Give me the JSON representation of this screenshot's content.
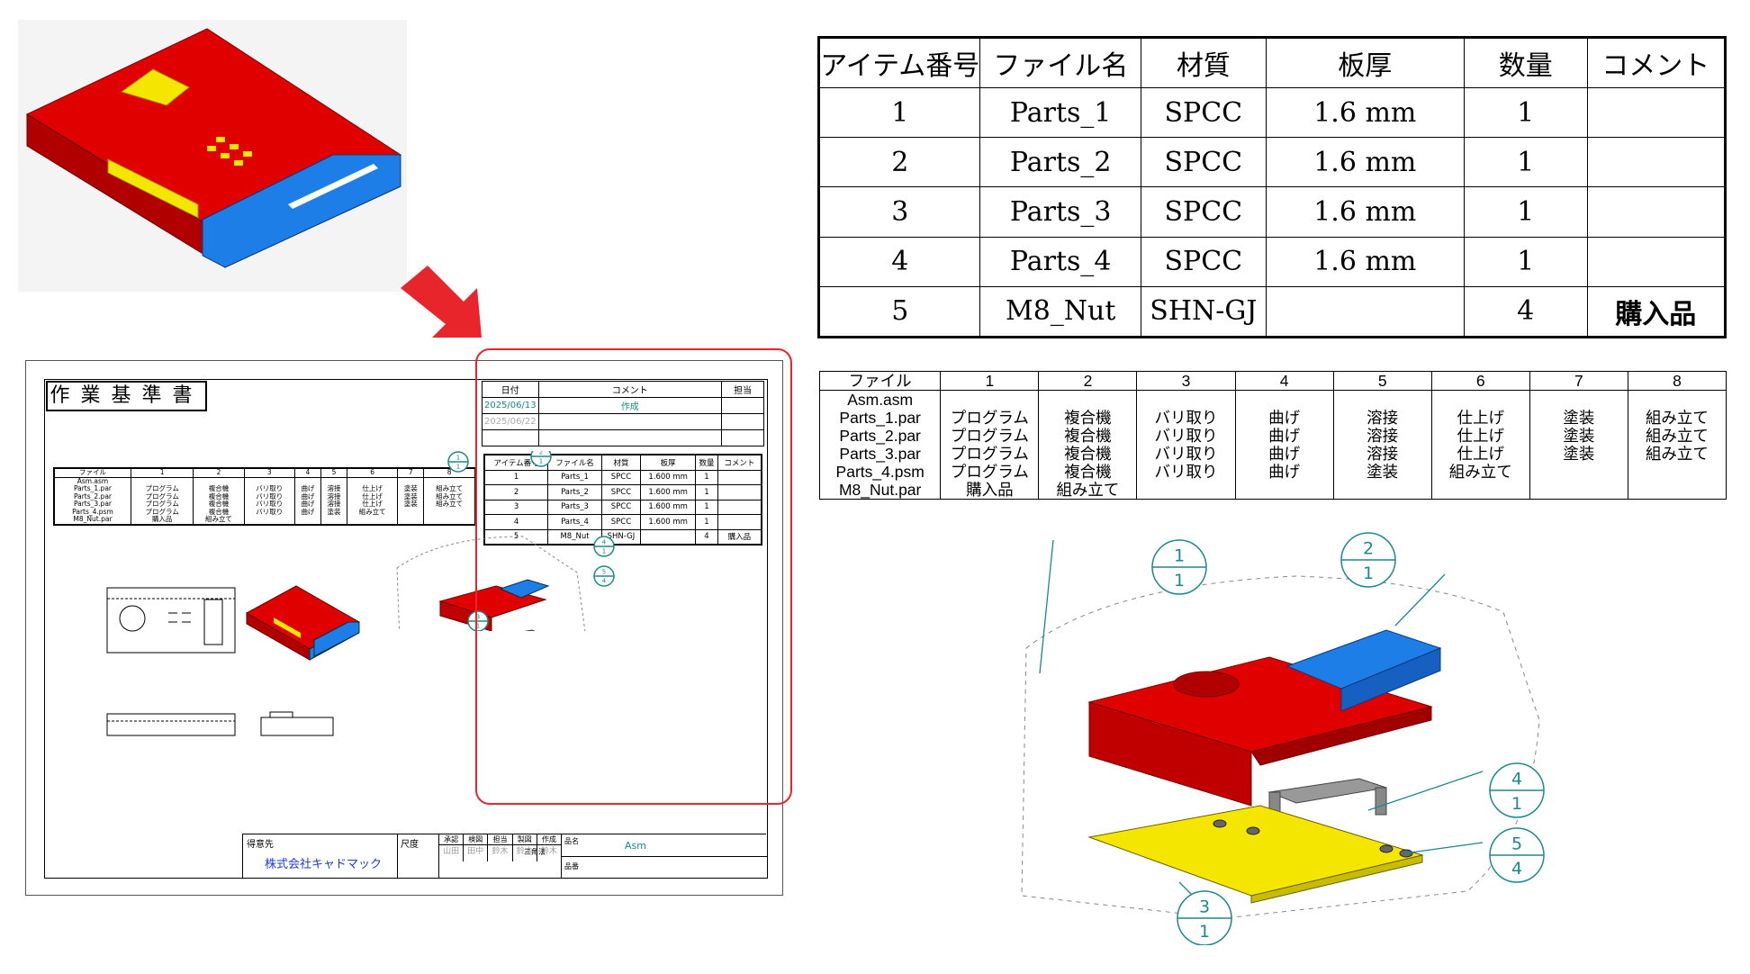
{
  "bom": {
    "headers": [
      "アイテム番号",
      "ファイル名",
      "材質",
      "板厚",
      "数量",
      "コメント"
    ],
    "rows": [
      [
        "1",
        "Parts_1",
        "SPCC",
        "1.6 mm",
        "1",
        ""
      ],
      [
        "2",
        "Parts_2",
        "SPCC",
        "1.6 mm",
        "1",
        ""
      ],
      [
        "3",
        "Parts_3",
        "SPCC",
        "1.6 mm",
        "1",
        ""
      ],
      [
        "4",
        "Parts_4",
        "SPCC",
        "1.6 mm",
        "1",
        ""
      ],
      [
        "5",
        "M8_Nut",
        "SHN-GJ",
        "",
        "4",
        "購入品"
      ]
    ]
  },
  "process": {
    "headers": [
      "ファイル",
      "1",
      "2",
      "3",
      "4",
      "5",
      "6",
      "7",
      "8"
    ],
    "rows": [
      [
        "Asm.asm",
        "",
        "",
        "",
        "",
        "",
        "",
        "",
        ""
      ],
      [
        "Parts_1.par",
        "プログラム",
        "複合機",
        "バリ取り",
        "曲げ",
        "溶接",
        "仕上げ",
        "塗装",
        "組み立て"
      ],
      [
        "Parts_2.par",
        "プログラム",
        "複合機",
        "バリ取り",
        "曲げ",
        "溶接",
        "仕上げ",
        "塗装",
        "組み立て"
      ],
      [
        "Parts_3.par",
        "プログラム",
        "複合機",
        "バリ取り",
        "曲げ",
        "溶接",
        "仕上げ",
        "塗装",
        "組み立て"
      ],
      [
        "Parts_4.psm",
        "プログラム",
        "複合機",
        "バリ取り",
        "曲げ",
        "塗装",
        "組み立て",
        "",
        ""
      ],
      [
        "M8_Nut.par",
        "購入品",
        "組み立て",
        "",
        "",
        "",
        "",
        "",
        ""
      ]
    ]
  },
  "balloons": [
    {
      "top": "1",
      "bottom": "1"
    },
    {
      "top": "2",
      "bottom": "1"
    },
    {
      "top": "4",
      "bottom": "1"
    },
    {
      "top": "5",
      "bottom": "4"
    },
    {
      "top": "3",
      "bottom": "1"
    }
  ],
  "sheet": {
    "title": "作業基準書",
    "revision": {
      "headers": [
        "日付",
        "コメント",
        "担当"
      ],
      "rows": [
        [
          "2025/06/13",
          "作成",
          ""
        ],
        [
          "2025/06/22",
          "",
          ""
        ]
      ]
    },
    "bom": {
      "headers": [
        "アイテム番号",
        "ファイル名",
        "材質",
        "板厚",
        "数量",
        "コメント"
      ],
      "rows": [
        [
          "1",
          "Parts_1",
          "SPCC",
          "1.600 mm",
          "1",
          ""
        ],
        [
          "2",
          "Parts_2",
          "SPCC",
          "1.600 mm",
          "1",
          ""
        ],
        [
          "3",
          "Parts_3",
          "SPCC",
          "1.600 mm",
          "1",
          ""
        ],
        [
          "4",
          "Parts_4",
          "SPCC",
          "1.600 mm",
          "1",
          ""
        ],
        [
          "5",
          "M8_Nut",
          "SHN-GJ",
          "",
          "4",
          "購入品"
        ]
      ]
    },
    "title_block": {
      "customer_label": "得意先",
      "customer": "株式会社キャドマック",
      "scale_label": "尺度",
      "approval_labels": [
        "承認",
        "検図",
        "担当",
        "製図",
        "作成"
      ],
      "approvers": [
        "山田",
        "田中",
        "鈴木",
        "鈴木",
        "鈴木"
      ],
      "projection": "三角法",
      "part_name_label": "品名",
      "part_name": "Asm",
      "part_no_label": "品番"
    }
  },
  "colors": {
    "red": "#e10000",
    "blue": "#1e7ee8",
    "yellow": "#f5e600",
    "teal": "#1a8a8a",
    "arrow": "#e8252b"
  }
}
